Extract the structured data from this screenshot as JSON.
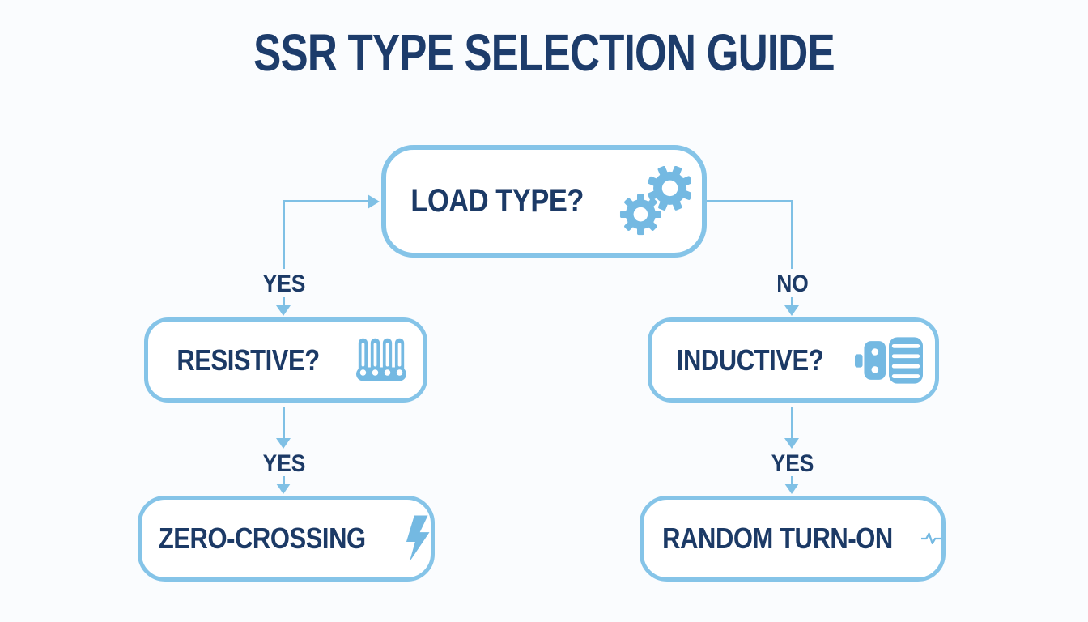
{
  "title": "SSR TYPE SELECTION GUIDE",
  "diagram": {
    "type": "flowchart",
    "root": {
      "label": "LOAD TYPE?",
      "icon": "gears-icon"
    },
    "nodes": {
      "resistive": {
        "label": "RESISTIVE?",
        "icon": "heating-element-icon"
      },
      "inductive": {
        "label": "INDUCTIVE?",
        "icon": "motor-icon"
      },
      "zero_crossing": {
        "label": "ZERO-CROSSING",
        "icon": "lightning-bolt-icon"
      },
      "random_turn_on": {
        "label": "RANDOM TURN-ON",
        "icon": "pulse-waveform-icon"
      }
    },
    "edges": {
      "load_to_resistive": {
        "label": "YES"
      },
      "load_to_inductive": {
        "label": "NO"
      },
      "resistive_to_zero": {
        "label": "YES"
      },
      "inductive_to_random": {
        "label": "YES"
      }
    },
    "colors": {
      "navy_text": "#1c3a66",
      "line_blue": "#7fc0e5",
      "icon_blue": "#74b9e2",
      "box_border": "#85c4e8",
      "background": "#fafcfe"
    }
  }
}
